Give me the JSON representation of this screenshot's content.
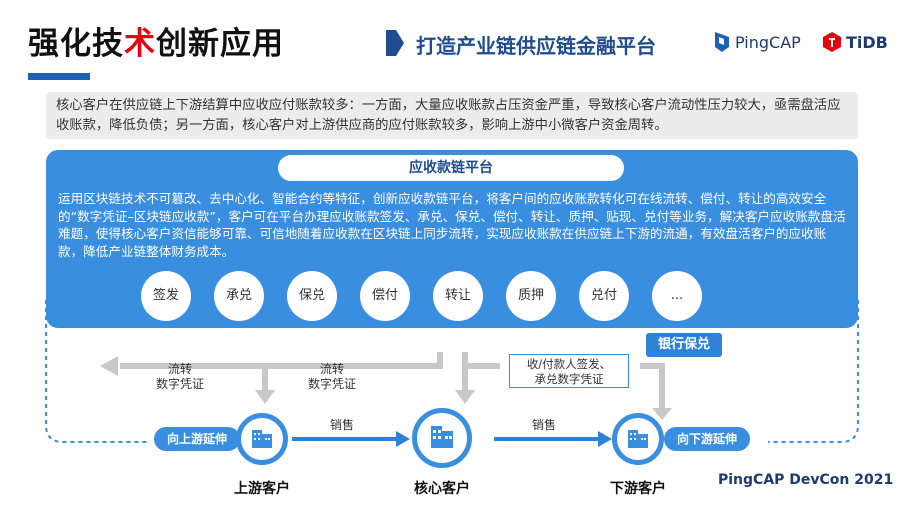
{
  "header": {
    "title_part1": "强化技",
    "title_highlight": "术",
    "title_part2": "创新应用",
    "subtitle": "打造产业链供应链金融平台",
    "logo_pingcap": "PingCAP",
    "logo_tidb": "TiDB"
  },
  "intro": "核心客户在供应链上下游结算中应收应付账款较多：一方面，大量应收账款占压资金严重，导致核心客户流动性压力较大，亟需盘活应收账款，降低负债；另一方面，核心客户对上游供应商的应付账款较多，影响上游中小微客户资金周转。",
  "platform": {
    "title": "应收款链平台",
    "description": "运用区块链技术不可篡改、去中心化、智能合约等特征，创新应收款链平台，将客户间的应收账款转化可在线流转、偿付、转让的高效安全的“数字凭证–区块链应收款”，客户可在平台办理应收账款签发、承兑、保兑、偿付、转让、质押、贴现、兑付等业务，解决客户应收账款盘活难题，使得核心客户资信能够可靠、可信地随着应收款在区块链上同步流转，实现应收账款在供应链上下游的流通，有效盘活客户的应收账款，降低产业链整体财务成本。",
    "functions": [
      "签发",
      "承兑",
      "保兑",
      "偿付",
      "转让",
      "质押",
      "兑付",
      "..."
    ]
  },
  "flow": {
    "circulate_left": "流转\n数字凭证",
    "circulate_mid": "流转\n数字凭证",
    "issue_voucher": "收/付款人签发、\n承兑数字凭证",
    "bank_guarantee": "银行保兑",
    "sales_left": "销售",
    "sales_right": "销售",
    "extend_up": "向上游延伸",
    "extend_down": "向下游延伸",
    "upstream": "上游客户",
    "core": "核心客户",
    "downstream": "下游客户"
  },
  "event": "PingCAP DevCon 2021",
  "colors": {
    "brand_blue": "#3a8ee0",
    "title_red": "#e60012",
    "nav_blue": "#1f4d8f"
  },
  "icons": [
    "building-icon",
    "arrow-right-icon",
    "arrow-down-icon",
    "arrow-left-icon"
  ]
}
